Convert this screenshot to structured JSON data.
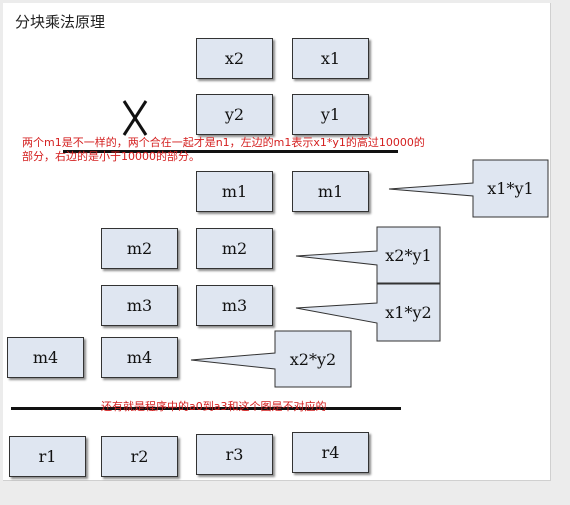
{
  "title": "分块乘法原理",
  "diagram": {
    "row_x": [
      "x2",
      "x1"
    ],
    "row_y": [
      "y2",
      "y1"
    ],
    "row_m1": [
      "m1",
      "m1"
    ],
    "row_m2": [
      "m2",
      "m2"
    ],
    "row_m3": [
      "m3",
      "m3"
    ],
    "row_m4": [
      "m4",
      "m4"
    ],
    "row_r": [
      "r1",
      "r2",
      "r3",
      "r4"
    ],
    "callouts": [
      "x1*y1",
      "x2*y1",
      "x1*y2",
      "x2*y2"
    ],
    "multiply_sign": "X"
  },
  "notes": {
    "line1": "两个m1是不一样的，两个合在一起才是n1，左边的m1表示x1*y1的高过10000的",
    "line2": "部分，右边的是小于10000的部分。",
    "line3": "还有就是程序中的a0到a3和这个图是不对应的"
  },
  "colors": {
    "box_fill": "#dfe6f1",
    "note_text": "#d42020",
    "line": "#111111"
  }
}
